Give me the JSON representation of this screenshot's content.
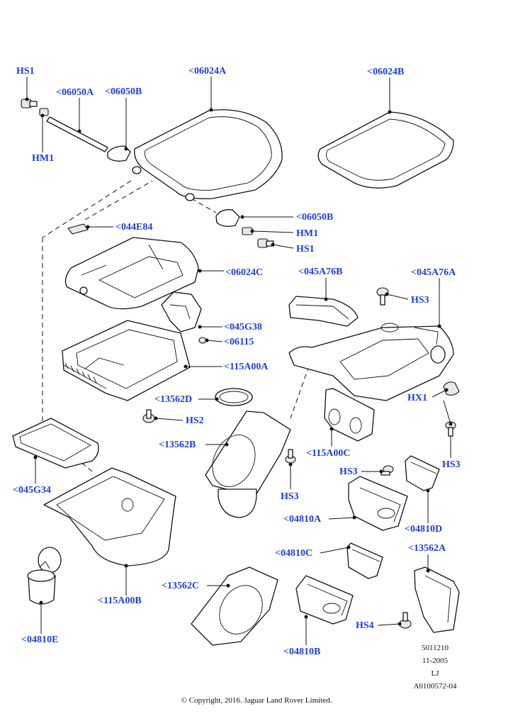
{
  "labels": {
    "hs1_top": "HS1",
    "p06050a": "<06050A",
    "p06050b_top": "<06050B",
    "p06024a": "<06024A",
    "p06024b": "<06024B",
    "hm1_left": "HM1",
    "p06050b_mid": "<06050B",
    "hm1_mid": "HM1",
    "hs1_mid": "HS1",
    "p044e84": "<044E84",
    "p06024c": "<06024C",
    "p045a76b": "<045A76B",
    "p045a76a": "<045A76A",
    "hs3_top": "HS3",
    "p045g38": "<045G38",
    "p06115": "<06115",
    "p115a00a": "<115A00A",
    "hx1": "HX1",
    "p13562d": "<13562D",
    "hs2": "HS2",
    "p13562b": "<13562B",
    "hs3_right": "HS3",
    "p115a00c": "<115A00C",
    "hs3_mid": "HS3",
    "hs3_center": "HS3",
    "p045g34": "<045G34",
    "p04810a": "<04810A",
    "p04810d": "<04810D",
    "p115a00b": "<115A00B",
    "p04810c": "<04810C",
    "p13562a": "<13562A",
    "p13562c": "<13562C",
    "hs4": "HS4",
    "p04810e": "<04810E",
    "p04810b": "<04810B"
  },
  "meta": {
    "number": "5011210",
    "date": "11-2005",
    "initials": "LJ",
    "ref": "A0100572-04"
  },
  "copyright": "© Copyright, 2016. Jaguar Land Rover Limited.",
  "colors": {
    "label": "#1f3fd0",
    "line": "#111111"
  }
}
